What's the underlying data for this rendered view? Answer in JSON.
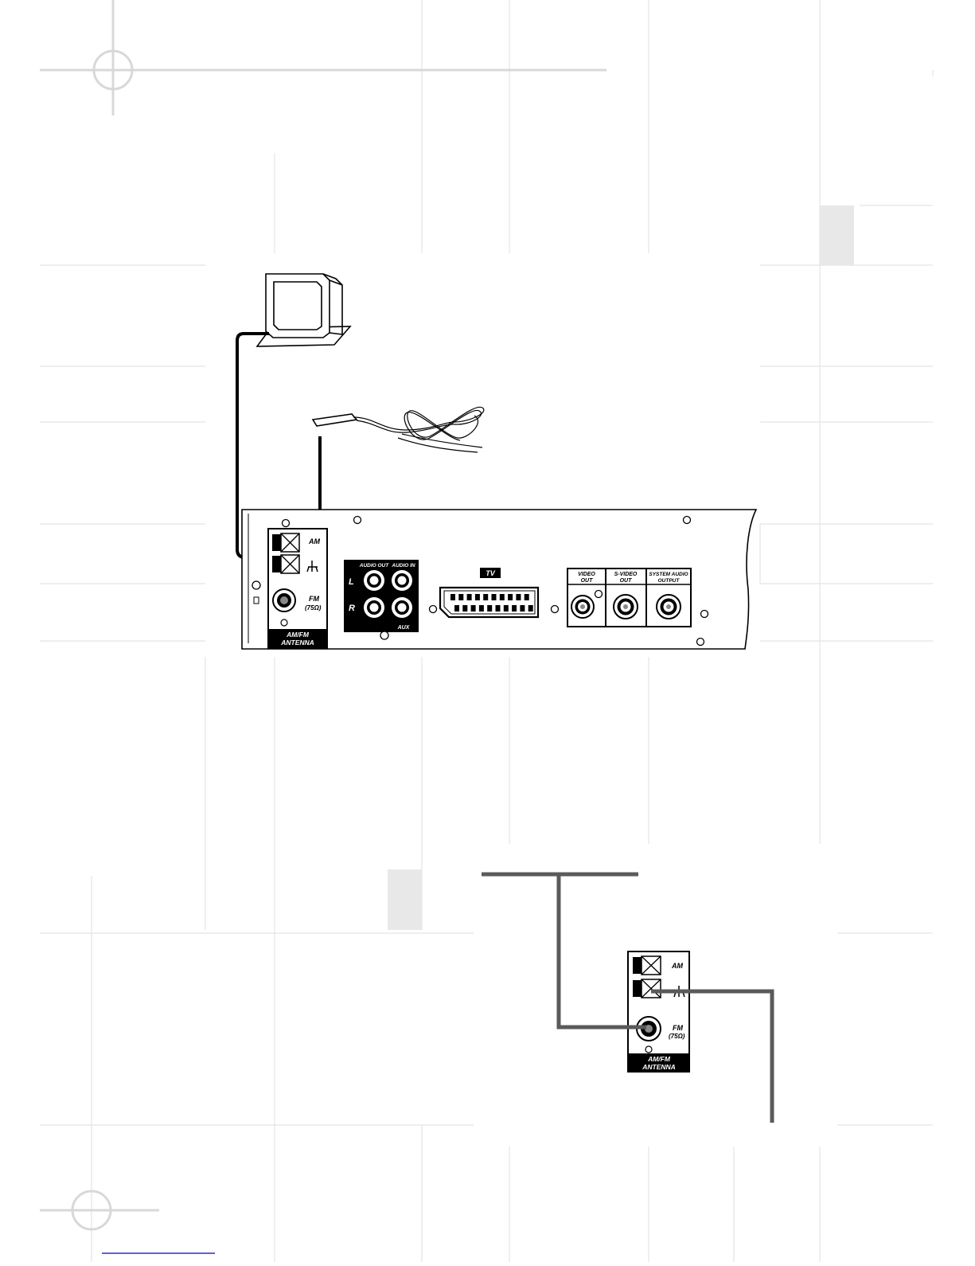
{
  "colors": {
    "ink": "#000000",
    "guide_line": "#e4e4e4",
    "guide_block": "#e8e8e8",
    "wire_gray": "#5a5a5a",
    "link_blue": "#2a2ad0"
  },
  "rear_panel": {
    "antenna_section": {
      "am_label": "AM",
      "fm_label": "FM",
      "fm_impedance": "(75Ω)",
      "title_line1": "AM/FM",
      "title_line2": "ANTENNA"
    },
    "audio_section": {
      "audio_out_label": "AUDIO  OUT",
      "audio_in_label": "AUDIO  IN",
      "left_label": "L",
      "right_label": "R",
      "aux_label": "AUX"
    },
    "tv_label": "TV",
    "video_section": {
      "video_out_line1": "VIDEO",
      "video_out_line2": "OUT",
      "svideo_out_line1": "S-VIDEO",
      "svideo_out_line2": "OUT",
      "system_audio_line1": "SYSTEM AUDIO",
      "system_audio_line2": "OUTPUT"
    }
  },
  "detail_panel": {
    "am_label": "AM",
    "fm_label": "FM",
    "fm_impedance": "(75Ω)",
    "title_line1": "AM/FM",
    "title_line2": "ANTENNA"
  },
  "icons": [
    "crop-mark-icon",
    "am-loop-antenna-icon",
    "fm-wire-antenna-icon",
    "ground-symbol-icon",
    "scart-connector-icon",
    "rca-jack-icon"
  ]
}
